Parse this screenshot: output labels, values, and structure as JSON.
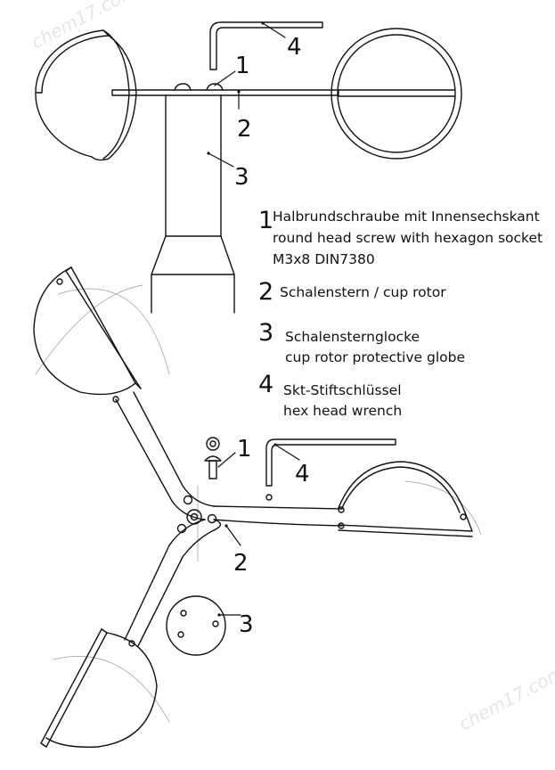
{
  "callouts": {
    "top": {
      "n1": "1",
      "n2": "2",
      "n3": "3",
      "n4": "4"
    },
    "bottom": {
      "n1": "1",
      "n2": "2",
      "n3": "3",
      "n4": "4"
    }
  },
  "legend": [
    {
      "number": "1",
      "lines": [
        "Halbrundschraube mit Innensechskant",
        "round head screw with hexagon socket",
        "M3x8 DIN7380"
      ]
    },
    {
      "number": "2",
      "lines": [
        "Schalenstern / cup rotor"
      ]
    },
    {
      "number": "3",
      "lines": [
        "Schalensternglocke",
        "cup rotor protective globe"
      ]
    },
    {
      "number": "4",
      "lines": [
        "Skt-Stiftschlüssel",
        "hex head wrench"
      ]
    }
  ],
  "watermark": "chem17.com"
}
